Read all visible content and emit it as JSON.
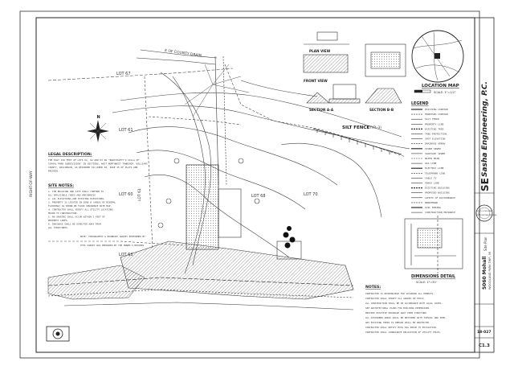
{
  "plan": {
    "lots": {
      "lot_67": "LOT 67",
      "lot_61": "LOT 61",
      "lot_60": "LOT 60",
      "lot_68": "LOT 68",
      "lot_70": "LOT 70",
      "lot_63": "LOT 63"
    },
    "road_label": "E OF COUNTY DRAIN",
    "silt_fence_label": "SILT FENCE",
    "silt_fence_tag": "(TYP.-3)",
    "left_margin_label": "RIGHT-OF-WAY",
    "legal_description": {
      "heading": "LEGAL DESCRIPTION:",
      "lines": [
        "THE EAST 150 FEET OF LOTS 61, 62 AND 63 IN \"BURTCHAETT'S VILLA OF",
        "SCHOOL PARK SUBDIVISION\" IN SECTIONS, WEST NORTHWEST TOWNSHIP, WILLIAMS",
        "COUNTY, WISCONSIN, AS RECORDED IN LIBER 30, PAGE 25 OF PLATS AND",
        "RECORDS."
      ]
    },
    "site_notes": {
      "heading": "SITE NOTES:",
      "items": [
        "1. THE BUILDING AND SITE SHALL CONFORM TO",
        "   ALL APPLICABLE CODES AND ORDINANCES",
        "2. ALL ELEVATIONS ARE EXISTING ELEVATIONS.",
        "3. PROPERTY IS LOCATED IN ZONE B (AREAS OF MINIMAL",
        "   FLOODING) AS SHOWN ON FLOOD INSURANCE RATE MAP.",
        "4. CONTRACTOR SHALL VERIFY ALL UTILITY LOCATIONS",
        "   PRIOR TO CONSTRUCTION.",
        "5. NO GRADING SHALL OCCUR WITHIN 5 FEET OF",
        "   PROPERTY LINES.",
        "6. DRAINAGE SHALL BE DIRECTED AWAY FROM",
        "   ALL STRUCTURES."
      ],
      "survey_note_1": "NOTE: TOPOGRAPHIC & BOUNDARY SURVEY PERFORMED BY",
      "survey_note_2": "THIS SURVEY WAS PREPARED BY THE OWNER'S RECORDS"
    },
    "sub_labels": {
      "lot_label_vertical": "LOT 61",
      "north_symbol": "N"
    }
  },
  "details": {
    "plan_view": "PLAN VIEW",
    "front_view": "FRONT VIEW",
    "section_a": "SECTION A-A",
    "section_b": "SECTION B-B",
    "location_map": "LOCATION MAP",
    "scale_map": "SCALE: 1\"=1/2\"",
    "legend_heading": "LEGEND",
    "legend_items": [
      "EXISTING CONTOUR",
      "PROPOSED CONTOUR",
      "SILT FENCE",
      "PROPERTY LINE",
      "EXISTING TREE",
      "TREE PROTECTION",
      "SPOT ELEVATION",
      "DRAINAGE ARROW",
      "STORM SEWER",
      "SANITARY SEWER",
      "WATER MAIN",
      "GAS LINE",
      "ELECTRIC LINE",
      "TELEPHONE LINE",
      "CABLE TV",
      "FENCE LINE",
      "EXISTING BUILDING",
      "PROPOSED BUILDING",
      "LIMITS OF DISTURBANCE",
      "BENCHMARK",
      "SOIL BORING",
      "CONSTRUCTION ENTRANCE"
    ],
    "dimensions_detail": "DIMENSIONS DETAIL",
    "dimensions_scale": "SCALE: 1\"=30'",
    "notes_heading": "NOTES:",
    "notes_items": [
      "CONTRACTOR IS RESPONSIBLE FOR SECURING ALL PERMITS.",
      "CONTRACTOR SHALL VERIFY ALL GRADES IN FIELD.",
      "ALL CONSTRUCTION SHALL BE IN ACCORDANCE WITH LOCAL CODES.",
      "SEE ARCHITECTURAL PLANS FOR BUILDING DIMENSIONS.",
      "PROVIDE POSITIVE DRAINAGE AWAY FROM STRUCTURE.",
      "ALL DISTURBED AREAS SHALL BE RESTORED WITH TOPSOIL AND SEED.",
      "ANY EXISTING TREES TO REMAIN SHALL BE PROTECTED.",
      "CONTRACTOR SHALL NOTIFY MISS DIG PRIOR TO EXCAVATION.",
      "CONTRACTOR SHALL COORDINATE RELOCATION OF UTILITY POLES."
    ]
  },
  "title_block": {
    "firm": "Sasha Engineering, P.C.",
    "firm_monogram": "SE",
    "project": "5060 Mohall",
    "project_sub": "WOODLAND PARK TWP., MI",
    "sheet_type": "Site Plan",
    "job_no": "18-027",
    "sheet_no": "C1.3",
    "seal_text": "STATE OF MICHIGAN",
    "seal_sub": "PROFESSIONAL ENGINEER"
  },
  "colors": {
    "line": "#333333",
    "light_line": "#888888",
    "hatch": "#555555",
    "border": "#222222"
  }
}
